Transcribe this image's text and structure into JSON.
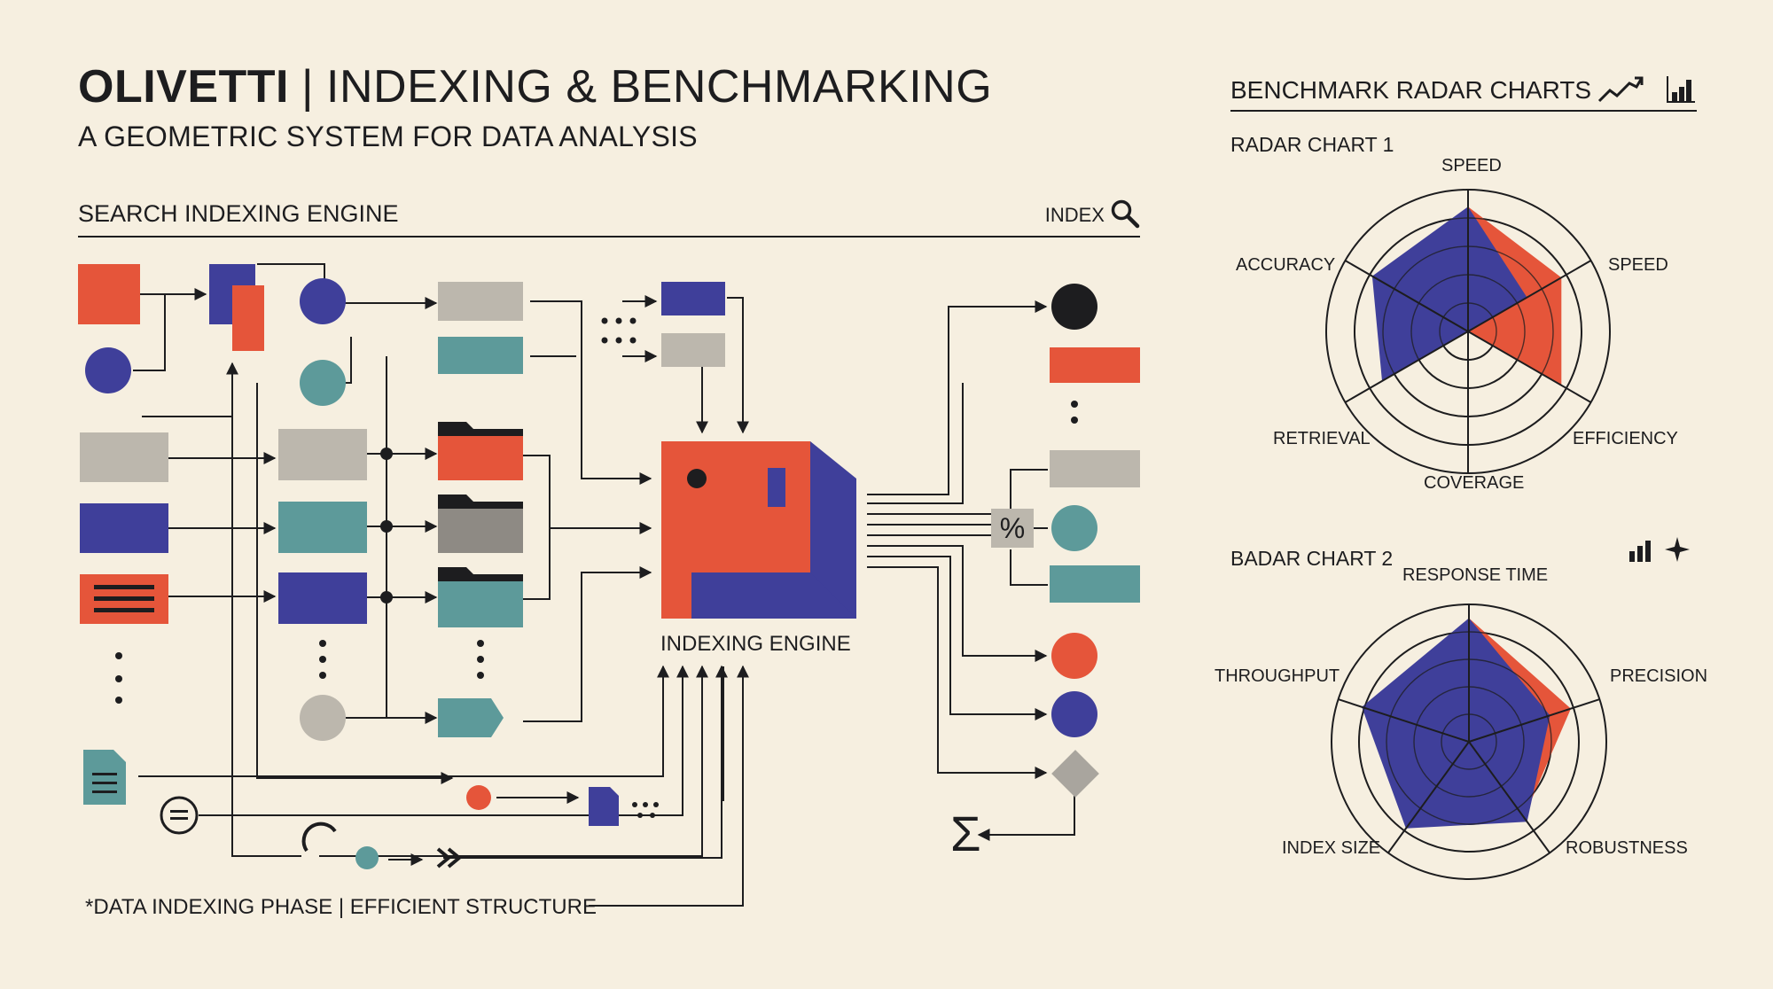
{
  "header": {
    "brand": "OLIVETTI",
    "separator": "|",
    "title": "INDEXING & BENCHMARKING",
    "subtitle": "A GEOMETRIC SYSTEM FOR DATA ANALYSIS"
  },
  "search_section": {
    "label": "SEARCH INDEXING ENGINE",
    "index_tag": "INDEX",
    "icon": "search-icon"
  },
  "diagram": {
    "engine_label": "INDEXING ENGINE",
    "footnote": "*DATA INDEXING PHASE | EFFICIENT STRUCTURE",
    "sigma_symbol": "Σ",
    "percent_symbol": "%"
  },
  "colors": {
    "background": "#f6efe0",
    "orange": "#e5553a",
    "blue": "#3f3f9a",
    "teal": "#5d9a9a",
    "grey": "#bcb7ad",
    "dark": "#1d1d1f"
  },
  "radar_panel": {
    "title": "BENCHMARK RADAR CHARTS",
    "icons": [
      "trend-up-icon",
      "bar-chart-icon"
    ]
  },
  "chart_data": [
    {
      "type": "radar",
      "title": "RADAR CHART 1",
      "axes": [
        "SPEED",
        "SPEED",
        "EFFICIENCY",
        "COVERAGE",
        "RETRIEVAL",
        "ACCURACY"
      ],
      "rings": 5,
      "max": 5,
      "series": [
        {
          "color": "#e5553a",
          "values": [
            4.4,
            3.8,
            3.8,
            0,
            0,
            0
          ]
        },
        {
          "color": "#3f3f9a",
          "values": [
            4.4,
            2.4,
            0,
            0,
            3.5,
            3.9
          ]
        }
      ]
    },
    {
      "type": "radar",
      "title": "BADAR CHART 2",
      "axes": [
        "RESPONSE TIME",
        "PRECISION",
        "ROBUSTNESS",
        "INDEX SIZE",
        "THROUGHPUT"
      ],
      "rings": 5,
      "max": 5,
      "series": [
        {
          "color": "#e5553a",
          "values": [
            4.5,
            3.9,
            3.4,
            3.7,
            3.8
          ]
        },
        {
          "color": "#3f3f9a",
          "values": [
            4.5,
            3.1,
            3.6,
            3.9,
            4.1
          ]
        }
      ]
    }
  ]
}
